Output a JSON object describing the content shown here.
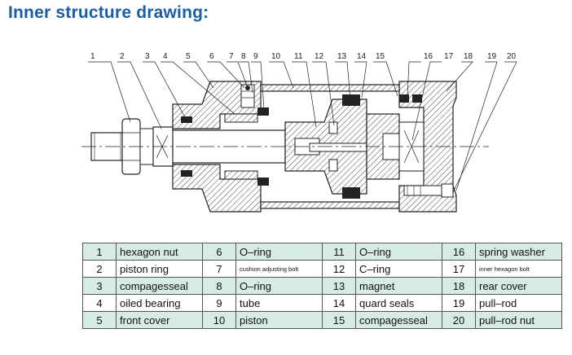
{
  "title": "Inner structure drawing:",
  "callouts": [
    "1",
    "2",
    "3",
    "4",
    "5",
    "6",
    "7",
    "8",
    "9",
    "10",
    "11",
    "12",
    "13",
    "14",
    "15",
    "16",
    "17",
    "18",
    "19",
    "20"
  ],
  "parts": [
    [
      {
        "no": "1",
        "name": "hexagon nut"
      },
      {
        "no": "6",
        "name": "O–ring"
      },
      {
        "no": "11",
        "name": "O–ring"
      },
      {
        "no": "16",
        "name": "spring washer"
      }
    ],
    [
      {
        "no": "2",
        "name": "piston ring"
      },
      {
        "no": "7",
        "name": "cushion adjusting bolt"
      },
      {
        "no": "12",
        "name": "C–ring"
      },
      {
        "no": "17",
        "name": "inner hexagon bolt"
      }
    ],
    [
      {
        "no": "3",
        "name": "compagesseal"
      },
      {
        "no": "8",
        "name": "O–ring"
      },
      {
        "no": "13",
        "name": "magnet"
      },
      {
        "no": "18",
        "name": "rear cover"
      }
    ],
    [
      {
        "no": "4",
        "name": "oiled bearing"
      },
      {
        "no": "9",
        "name": "tube"
      },
      {
        "no": "14",
        "name": "quard seals"
      },
      {
        "no": "19",
        "name": "pull–rod"
      }
    ],
    [
      {
        "no": "5",
        "name": "front cover"
      },
      {
        "no": "10",
        "name": "piston"
      },
      {
        "no": "15",
        "name": "compagesseal"
      },
      {
        "no": "20",
        "name": "pull–rod nut"
      }
    ]
  ]
}
